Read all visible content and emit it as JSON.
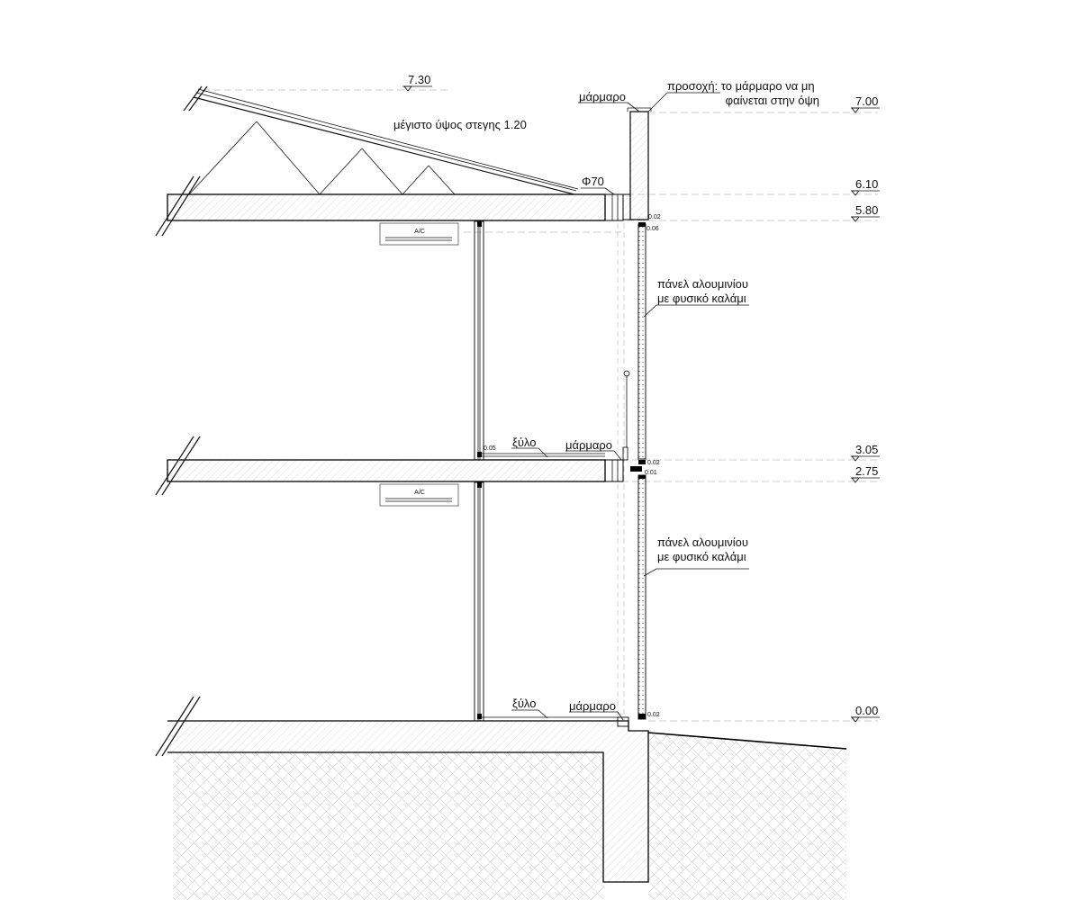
{
  "levels": {
    "l730": "7.30",
    "l700": "7.00",
    "l610": "6.10",
    "l580": "5.80",
    "l305": "3.05",
    "l275": "2.75",
    "l000": "0.00"
  },
  "labels": {
    "max_roof_height": "μέγιστο ύψος στεγης 1.20",
    "marble_top": "μάρμαρο",
    "warning_line1": "προσοχή: το μάρμαρο να μη",
    "warning_line2": "φαίνεται στην όψη",
    "gutter": "Φ70",
    "panel_upper_line1": "πάνελ αλουμινίου",
    "panel_upper_line2": "με φυσικό καλάμι",
    "panel_lower_line1": "πάνελ αλουμινίου",
    "panel_lower_line2": "με φυσικό καλάμι",
    "wood_first": "ξύλο",
    "marble_first": "μάρμαρο",
    "wood_ground": "ξύλο",
    "marble_ground": "μάρμαρο",
    "ac_upper": "A/C",
    "ac_lower": "A/C"
  },
  "dims": {
    "d_002_top": "0.02",
    "d_006": "0.06",
    "d_005": "0.05",
    "d_002_mid": "0.02",
    "d_001": "0.01",
    "d_002_bottom": "0.02"
  }
}
